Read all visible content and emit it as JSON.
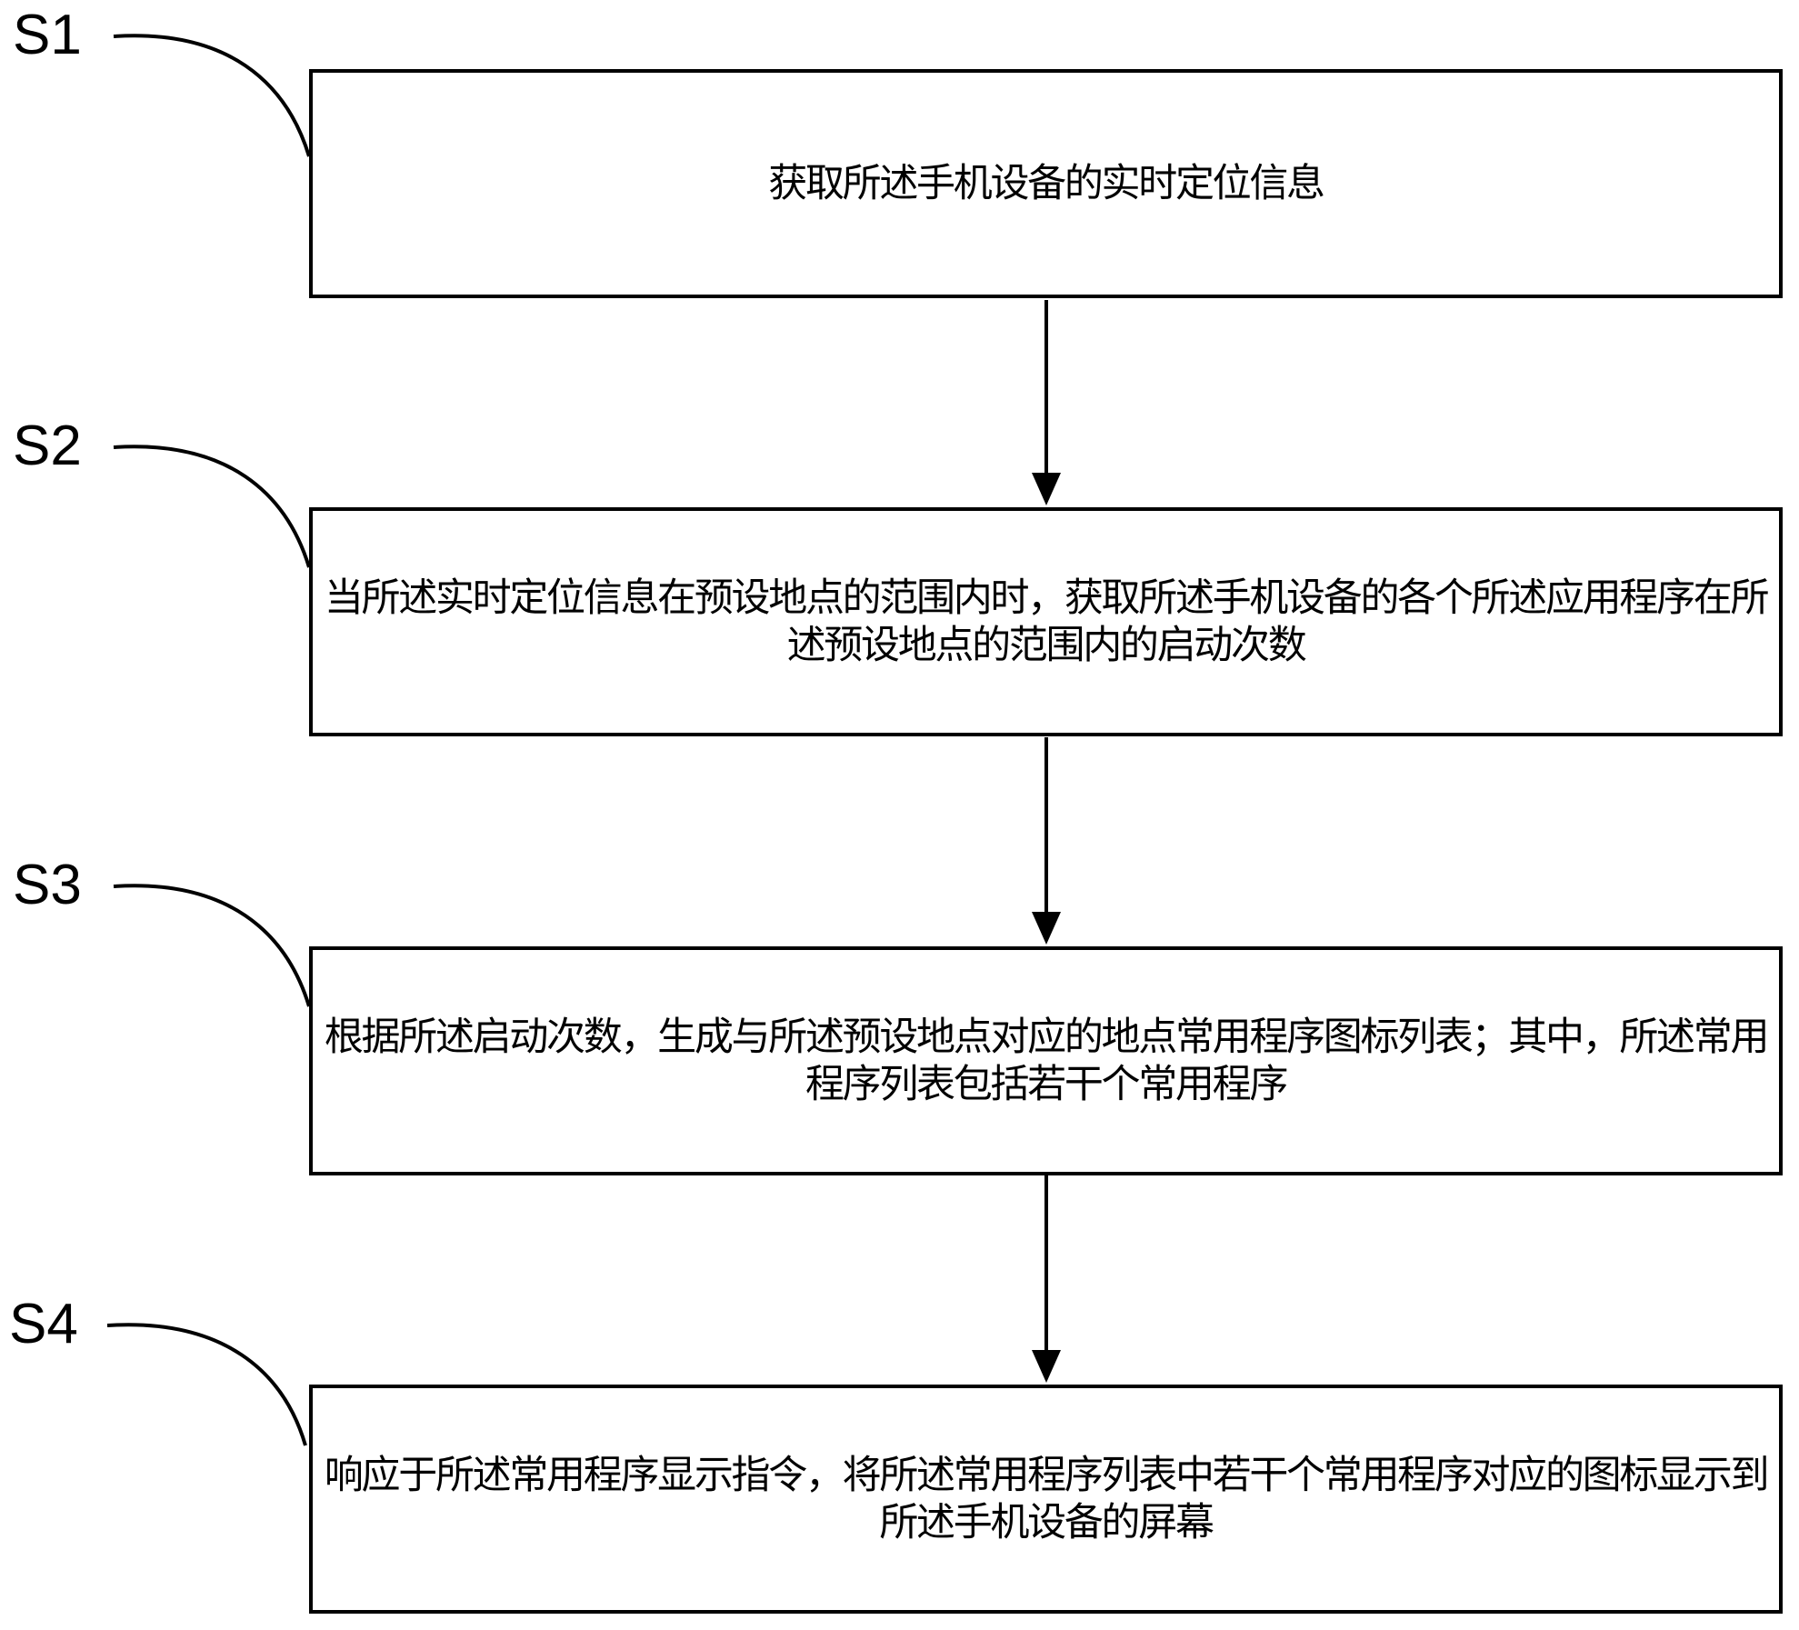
{
  "colors": {
    "background": "#ffffff",
    "line": "#000000",
    "text": "#000000"
  },
  "steps": [
    {
      "label": "S1",
      "text": "获取所述手机设备的实时定位信息"
    },
    {
      "label": "S2",
      "text": "当所述实时定位信息在预设地点的范围内时，获取所述手机设备的各个所述应用程序在所述预设地点的范围内的启动次数"
    },
    {
      "label": "S3",
      "text": "根据所述启动次数，生成与所述预设地点对应的地点常用程序图标列表；其中，所述常用程序列表包括若干个常用程序"
    },
    {
      "label": "S4",
      "text": "响应于所述常用程序显示指令，将所述常用程序列表中若干个常用程序对应的图标显示到所述手机设备的屏幕"
    }
  ]
}
